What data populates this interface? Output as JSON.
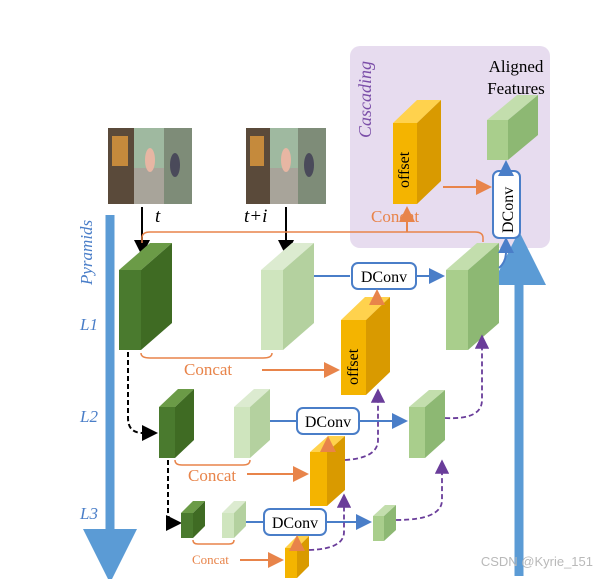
{
  "cascading": {
    "title": "Cascading",
    "output": [
      "Aligned",
      "Features"
    ]
  },
  "frames": {
    "ref": "t",
    "nbr": "t+i"
  },
  "pyramids_label": "Pyramids",
  "levels": [
    "L1",
    "L2",
    "L3"
  ],
  "ops": {
    "dconv": "DConv",
    "concat": "Concat",
    "offset": "offset"
  },
  "watermark": "CSDN @Kyrie_151",
  "colors": {
    "purple_panel": "#E7DCEF",
    "blue": "#4A7EC8",
    "orange": "#E8844A",
    "dark_green": "#4A7A2E",
    "light_green": "#A9CE8C",
    "pale_green": "#CFE5BE",
    "gold": "#F4B400",
    "purple_dash": "#6A3D9A"
  }
}
